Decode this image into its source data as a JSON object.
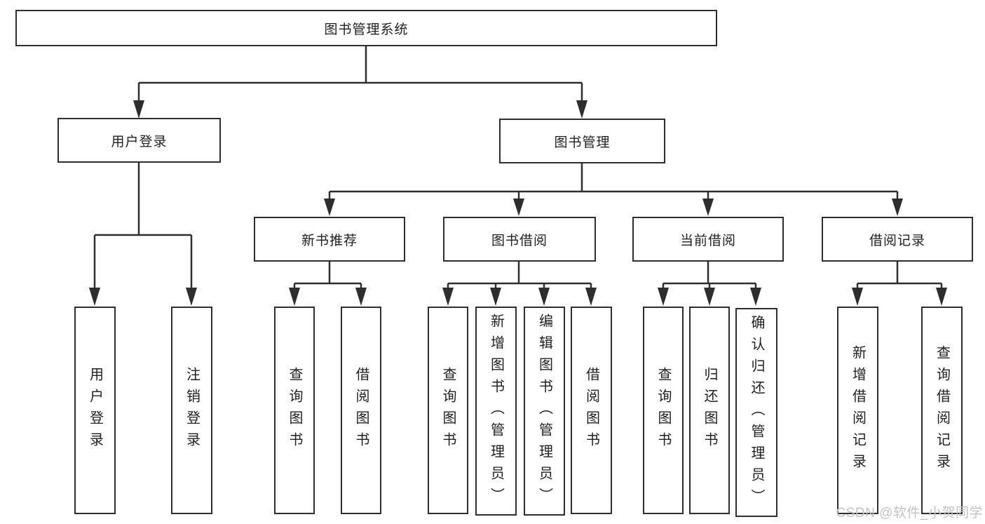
{
  "colors": {
    "line": "#2e2e2e",
    "text": "#1f1f1f",
    "watermark": "#c3c3c3",
    "background": "#ffffff"
  },
  "watermark": {
    "text": "CSDN @软件_小贺同学"
  },
  "tree": {
    "root": {
      "label": "图书管理系统"
    },
    "branches": [
      {
        "label": "用户登录",
        "leaves": [
          {
            "label": "用户登录"
          },
          {
            "label": "注销登录"
          }
        ]
      },
      {
        "label": "图书管理",
        "sections": [
          {
            "label": "新书推荐",
            "leaves": [
              {
                "label": "查询图书"
              },
              {
                "label": "借阅图书"
              }
            ]
          },
          {
            "label": "图书借阅",
            "leaves": [
              {
                "label": "查询图书"
              },
              {
                "label": "新增图书（管理员）"
              },
              {
                "label": "编辑图书（管理员）"
              },
              {
                "label": "借阅图书"
              }
            ]
          },
          {
            "label": "当前借阅",
            "leaves": [
              {
                "label": "查询图书"
              },
              {
                "label": "归还图书"
              },
              {
                "label": "确认归还（管理员）"
              }
            ]
          },
          {
            "label": "借阅记录",
            "leaves": [
              {
                "label": "新增借阅记录"
              },
              {
                "label": "查询借阅记录"
              }
            ]
          }
        ]
      }
    ]
  }
}
